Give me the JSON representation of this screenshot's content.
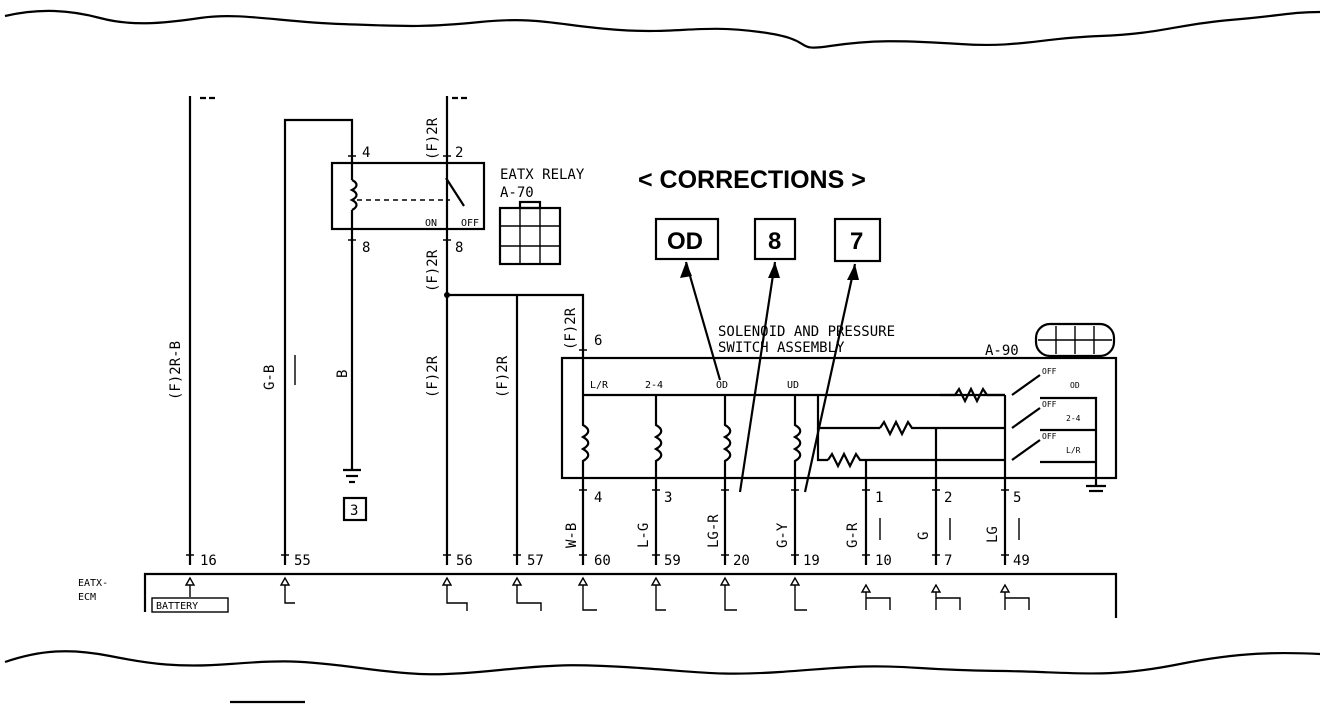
{
  "page": {
    "background": "#ffffff",
    "ink": "#000000"
  },
  "relay": {
    "title": "EATX RELAY",
    "connector": "A-70",
    "pin_left_top": "4",
    "pin_left_bottom": "8",
    "pin_right_top": "2",
    "pin_right_bottom": "8",
    "on_label": "ON",
    "off_label": "OFF"
  },
  "corrections": {
    "title": "< CORRECTIONS >",
    "boxes": [
      "OD",
      "8",
      "7"
    ]
  },
  "solenoid": {
    "title_line1": "SOLENOID AND PRESSURE",
    "title_line2": "SWITCH ASSEMBLY",
    "connector": "A-90",
    "top_pin": "6",
    "solenoids": [
      "L/R",
      "2-4",
      "OD",
      "UD"
    ],
    "switches": [
      "OD",
      "2-4",
      "L/R"
    ],
    "switch_states": [
      "OFF",
      "OFF",
      "OFF"
    ]
  },
  "wires": {
    "w1": "(F)2R-B",
    "w2": "G-B",
    "w3": "B",
    "w4": "(F)2R",
    "w5": "(F)2R",
    "w6": "(F)2R",
    "w7": "(F)2R",
    "w8": "(F)2R"
  },
  "lower_wires": [
    {
      "color": "W-B",
      "connector_pin": "4",
      "ecm_pin": "60"
    },
    {
      "color": "L-G",
      "connector_pin": "3",
      "ecm_pin": "59"
    },
    {
      "color": "LG-R",
      "connector_pin": "",
      "ecm_pin": "20"
    },
    {
      "color": "G-Y",
      "connector_pin": "",
      "ecm_pin": "19"
    },
    {
      "color": "G-R",
      "connector_pin": "1",
      "ecm_pin": "10"
    },
    {
      "color": "G",
      "connector_pin": "2",
      "ecm_pin": "7"
    },
    {
      "color": "LG",
      "connector_pin": "5",
      "ecm_pin": "49"
    }
  ],
  "ecm": {
    "label_line1": "EATX-",
    "label_line2": "ECM",
    "battery_label": "BATTERY",
    "pins": [
      "16",
      "55",
      "56",
      "57"
    ]
  },
  "ground_box": "3"
}
